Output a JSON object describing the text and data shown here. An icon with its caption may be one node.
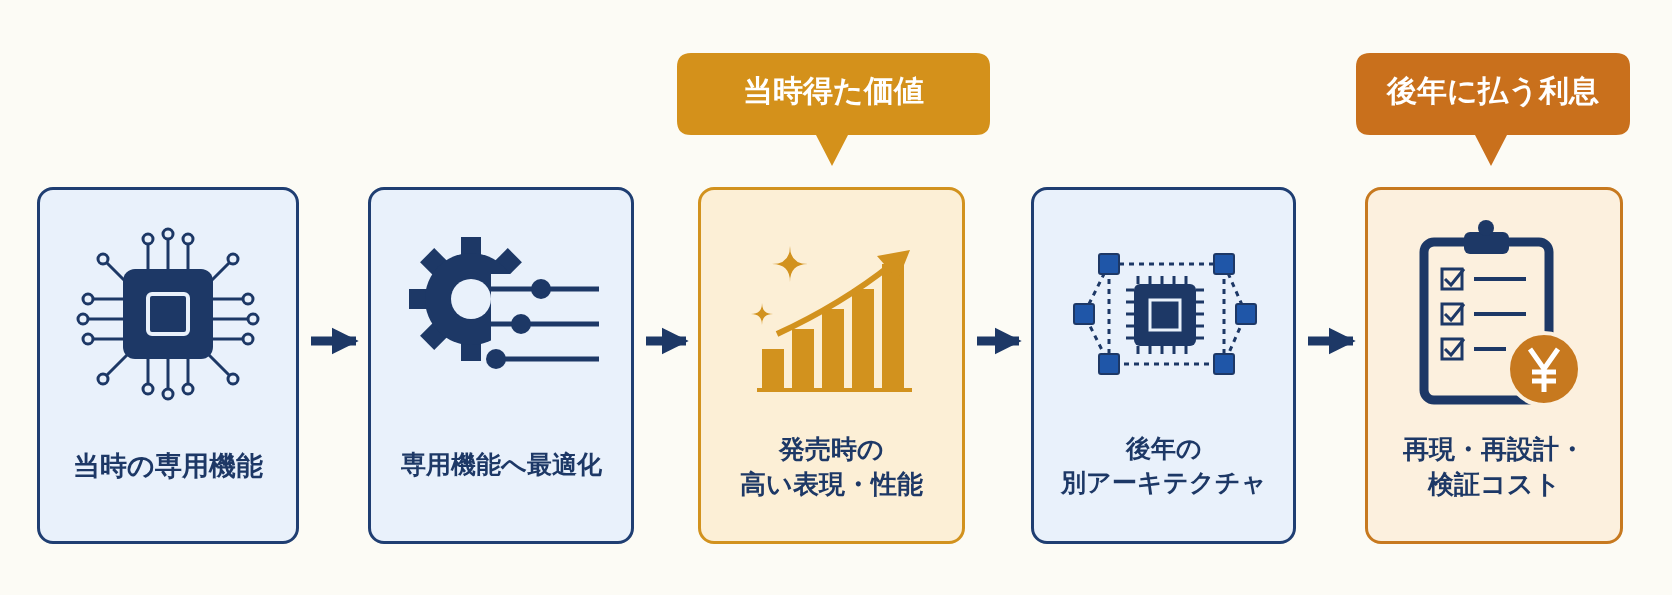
{
  "diagram": {
    "nodes": [
      {
        "text": [
          "当時の専用機能"
        ]
      },
      {
        "text": [
          "専用機能へ最適化"
        ]
      },
      {
        "text": [
          "発売時の高い表現・性能"
        ]
      },
      {
        "text": [
          "後年の別アーキテクチャ"
        ]
      },
      {
        "text": [
          "再現・再設計・検証コスト"
        ]
      },
      {
        "text": [
          "当時得た価値"
        ]
      },
      {
        "text": [
          "後年に払う利息"
        ]
      }
    ],
    "edges": [
      {
        "from": 0,
        "to": 1,
        "arrow": "to"
      },
      {
        "from": 1,
        "to": 2,
        "arrow": "to"
      },
      {
        "from": 2,
        "to": 3,
        "arrow": "to"
      },
      {
        "from": 3,
        "to": 4,
        "arrow": "to"
      }
    ]
  }
}
